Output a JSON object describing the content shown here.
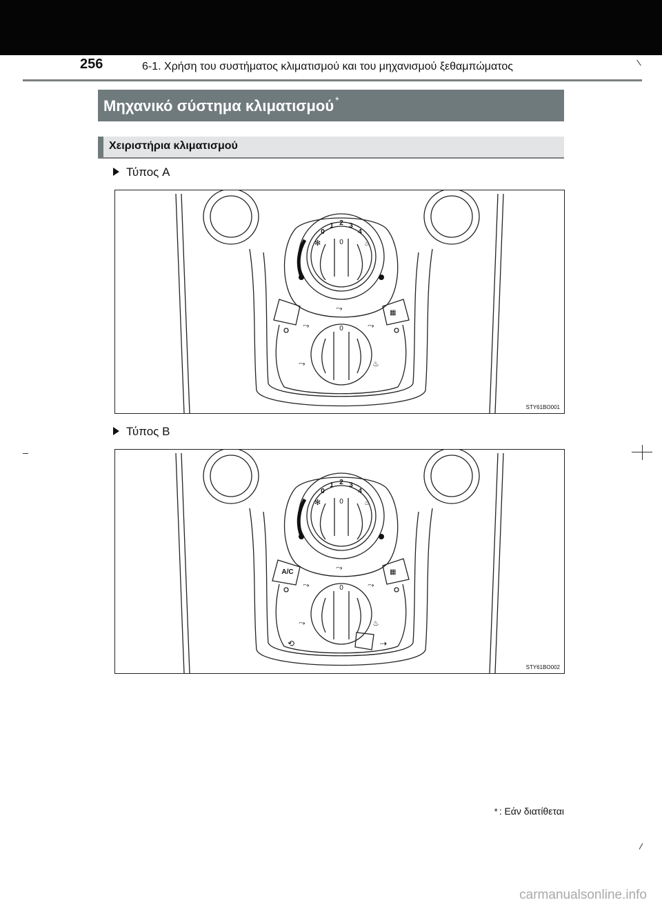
{
  "header": {
    "page_number": "256",
    "running_head": "6-1. Χρήση του συστήματος κλιματισμού και του μηχανισμού ξεθαμπώματος"
  },
  "section": {
    "title": "Μηχανικό σύστημα κλιματισμού",
    "marker": "*"
  },
  "subsection": {
    "title": "Χειριστήρια κλιματισμού"
  },
  "figures": [
    {
      "label": "Τύπος A",
      "code": "STY61BO001",
      "fan_scale": [
        "0",
        "1",
        "2",
        "3",
        "4"
      ],
      "dial_mark": "0"
    },
    {
      "label": "Τύπος B",
      "code": "STY61BO002",
      "fan_scale": [
        "0",
        "1",
        "2",
        "3",
        "4"
      ],
      "dial_mark": "0",
      "ac_button": "A/C"
    }
  ],
  "footnote": {
    "marker": "*",
    "text": ": Εάν διατίθεται"
  },
  "watermark": "carmanualsonline.info",
  "icons": [
    "triangle-bullet-icon",
    "fan-icon",
    "defrost-icon",
    "face-vent-icon",
    "bi-level-icon",
    "foot-vent-icon",
    "foot-defrost-icon",
    "rear-defog-icon",
    "recirculation-icon",
    "fresh-air-icon"
  ]
}
